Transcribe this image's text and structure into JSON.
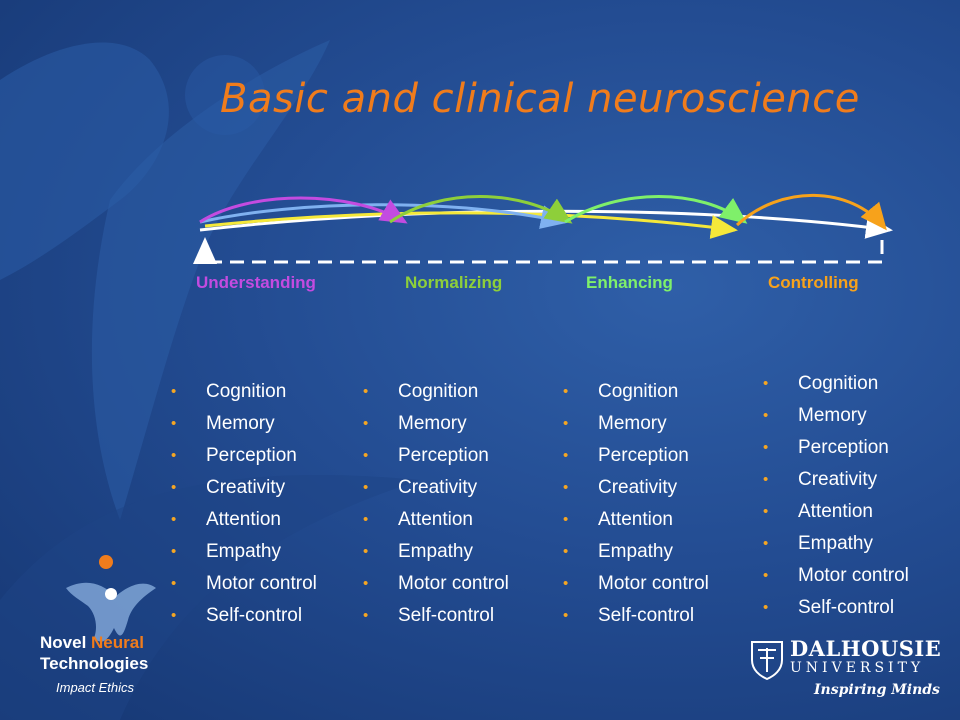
{
  "slide": {
    "title": "Basic and clinical neuroscience",
    "stages": [
      {
        "label": "Understanding",
        "color": "#c34be0"
      },
      {
        "label": "Normalizing",
        "color": "#8ecf3a"
      },
      {
        "label": "Enhancing",
        "color": "#7ff06a"
      },
      {
        "label": "Controlling",
        "color": "#f7a21b"
      }
    ],
    "columns": [
      {
        "items": [
          "Cognition",
          "Memory",
          "Perception",
          "Creativity",
          "Attention",
          "Empathy",
          "Motor control",
          "Self-control"
        ]
      },
      {
        "items": [
          "Cognition",
          "Memory",
          "Perception",
          "Creativity",
          "Attention",
          "Empathy",
          "Motor control",
          "Self-control"
        ]
      },
      {
        "items": [
          "Cognition",
          "Memory",
          "Perception",
          "Creativity",
          "Attention",
          "Empathy",
          "Motor control",
          "Self-control"
        ]
      },
      {
        "items": [
          "Cognition",
          "Memory",
          "Perception",
          "Creativity",
          "Attention",
          "Empathy",
          "Motor control",
          "Self-control"
        ]
      }
    ],
    "bullet_char": "•",
    "arrow_colors": [
      "#c34be0",
      "#7fb1f0",
      "#8ecf3a",
      "#7ff06a",
      "#f7a21b",
      "#f5e83a",
      "#ffffff"
    ]
  },
  "logos": {
    "left": {
      "line1_a": "Novel ",
      "line1_b": "Neural",
      "line2": "Technologies",
      "tagline": "Impact Ethics"
    },
    "right": {
      "name": "DALHOUSIE",
      "sub": "UNIVERSITY",
      "tagline": "Inspiring Minds"
    }
  }
}
